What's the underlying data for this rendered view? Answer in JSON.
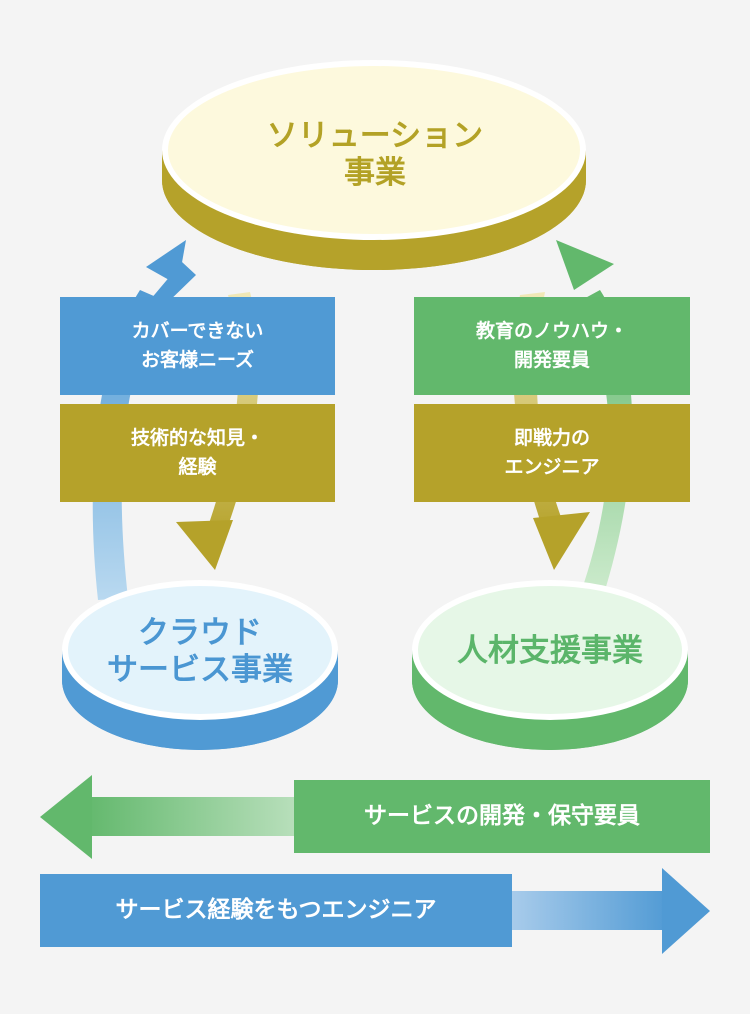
{
  "colors": {
    "background": "#f4f4f4",
    "olive": "#b5a22a",
    "blue": "#509ad4",
    "green": "#62b86c",
    "solution_fill": "#fdf9dd",
    "cloud_fill": "#e3f3fb",
    "hr_fill": "#e6f7e7"
  },
  "solution": {
    "line1": "ソリューション",
    "line2": "事業"
  },
  "cloud": {
    "line1": "クラウド",
    "line2": "サービス事業"
  },
  "hr": {
    "label": "人材支援事業"
  },
  "boxes": {
    "cloud_to_solution": {
      "line1": "カバーできない",
      "line2": "お客様ニーズ"
    },
    "solution_to_cloud": {
      "line1": "技術的な知見・",
      "line2": "経験"
    },
    "hr_to_solution": {
      "line1": "教育のノウハウ・",
      "line2": "開発要員"
    },
    "solution_to_hr": {
      "line1": "即戦力の",
      "line2": "エンジニア"
    }
  },
  "flows": {
    "to_cloud": "サービスの開発・保守要員",
    "to_hr": "サービス経験をもつエンジニア"
  }
}
